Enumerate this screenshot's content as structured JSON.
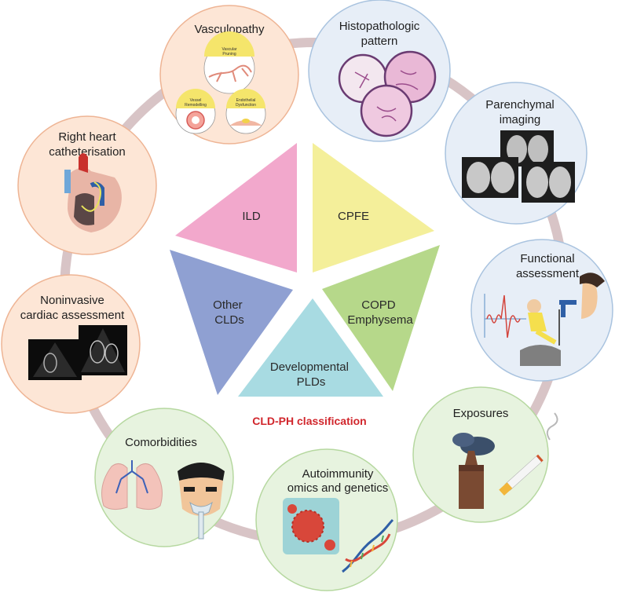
{
  "center": {
    "caption": "CLD-PH classification",
    "segments": [
      {
        "key": "ild",
        "lines": [
          "ILD"
        ],
        "color": "#f2a8cc"
      },
      {
        "key": "cpfe",
        "lines": [
          "CPFE"
        ],
        "color": "#f4ef9a"
      },
      {
        "key": "copd",
        "lines": [
          "COPD",
          "Emphysema"
        ],
        "color": "#b6d88a"
      },
      {
        "key": "dev",
        "lines": [
          "Developmental",
          "PLDs"
        ],
        "color": "#a8dbe2"
      },
      {
        "key": "other",
        "lines": [
          "Other",
          "CLDs"
        ],
        "color": "#8fa0d2"
      }
    ]
  },
  "nodes": [
    {
      "key": "vasculopathy",
      "lines": [
        "Vasculopathy"
      ],
      "fill": "#fde6d6",
      "stroke": "#eeb494"
    },
    {
      "key": "histo",
      "lines": [
        "Histopathologic",
        "pattern"
      ],
      "fill": "#e7eef7",
      "stroke": "#a9c3df"
    },
    {
      "key": "parenchymal",
      "lines": [
        "Parenchymal",
        "imaging"
      ],
      "fill": "#e7eef7",
      "stroke": "#a9c3df"
    },
    {
      "key": "functional",
      "lines": [
        "Functional",
        "assessment"
      ],
      "fill": "#e7eef7",
      "stroke": "#a9c3df"
    },
    {
      "key": "exposures",
      "lines": [
        "Exposures"
      ],
      "fill": "#e7f3df",
      "stroke": "#b6d8a0"
    },
    {
      "key": "autoimmunity",
      "lines": [
        "Autoimmunity",
        "omics and genetics"
      ],
      "fill": "#e7f3df",
      "stroke": "#b6d8a0"
    },
    {
      "key": "comorbidities",
      "lines": [
        "Comorbidities"
      ],
      "fill": "#e7f3df",
      "stroke": "#b6d8a0"
    },
    {
      "key": "noninvasive",
      "lines": [
        "Noninvasive",
        "cardiac assessment"
      ],
      "fill": "#fde6d6",
      "stroke": "#eeb494"
    },
    {
      "key": "rhc",
      "lines": [
        "Right heart",
        "catheterisation"
      ],
      "fill": "#fde6d6",
      "stroke": "#eeb494"
    }
  ],
  "vasculopathy_labels": {
    "pruning": [
      "Vascular",
      "Pruning"
    ],
    "remodelling": [
      "Vessel",
      "Remodelling"
    ],
    "endothelial": [
      "Endothelial",
      "Dysfunction"
    ]
  },
  "ring_color": "#d8c4c6"
}
